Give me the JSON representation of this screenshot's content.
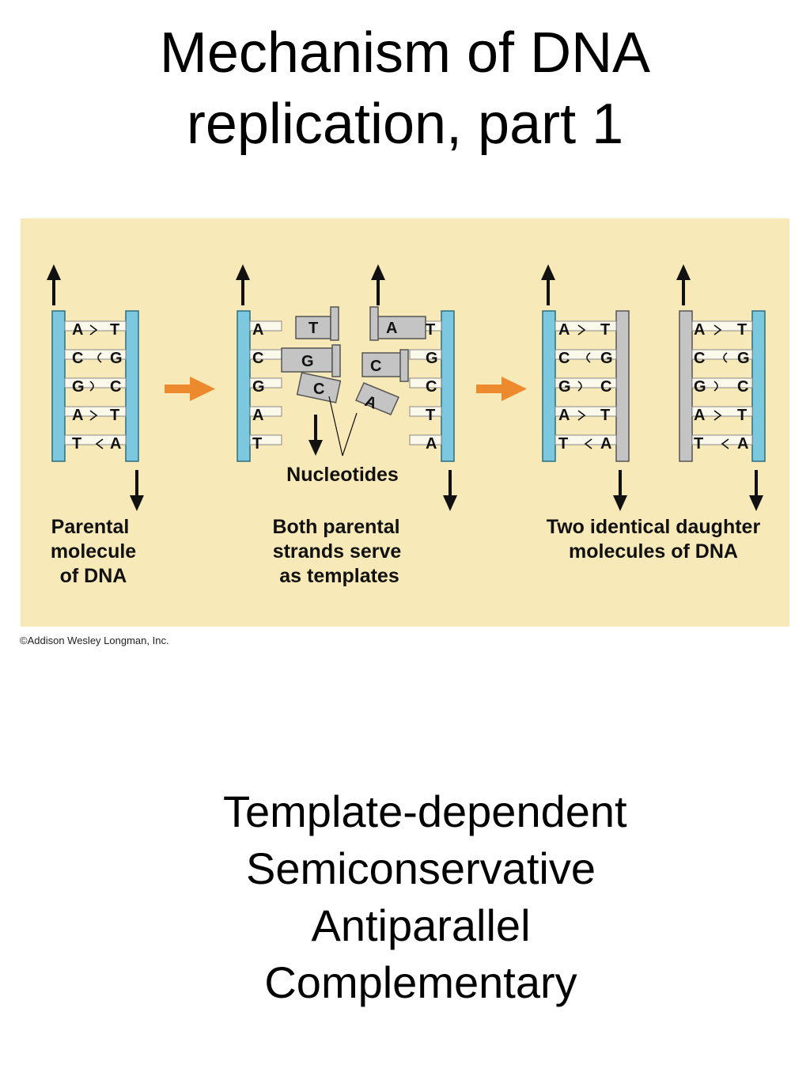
{
  "title": {
    "line1": "Mechanism of DNA",
    "line2": "replication, part 1"
  },
  "colors": {
    "panel_bg": "#f8e9b8",
    "parental_strand": "#7cc8df",
    "new_strand": "#c4c4c4",
    "rung": "#fbf8ec",
    "process_arrow": "#ee8a2e"
  },
  "diagram": {
    "parental": {
      "left": [
        "A",
        "C",
        "G",
        "A",
        "T"
      ],
      "right": [
        "T",
        "G",
        "C",
        "T",
        "A"
      ]
    },
    "separated": {
      "left_template": [
        "A",
        "C",
        "G",
        "A",
        "T"
      ],
      "left_incoming": [
        "T",
        "G",
        "C"
      ],
      "right_template": [
        "T",
        "G",
        "C",
        "T",
        "A"
      ],
      "right_incoming": [
        "A",
        "C"
      ],
      "loose_nucleotide": "A"
    },
    "daughter_1": {
      "left": [
        "A",
        "C",
        "G",
        "A",
        "T"
      ],
      "right": [
        "T",
        "G",
        "C",
        "T",
        "A"
      ]
    },
    "daughter_2": {
      "left": [
        "A",
        "C",
        "G",
        "A",
        "T"
      ],
      "right": [
        "T",
        "G",
        "C",
        "T",
        "A"
      ]
    },
    "labels": {
      "nucleotides": "Nucleotides",
      "parental": [
        "Parental",
        "molecule",
        "of DNA"
      ],
      "templates": [
        "Both parental",
        "strands serve",
        "as templates"
      ],
      "daughters": [
        "Two identical daughter",
        "molecules of DNA"
      ]
    }
  },
  "credit": "©Addison Wesley Longman, Inc.",
  "properties": [
    "Template-dependent",
    "Semiconservative",
    "Antiparallel",
    "Complementary"
  ]
}
